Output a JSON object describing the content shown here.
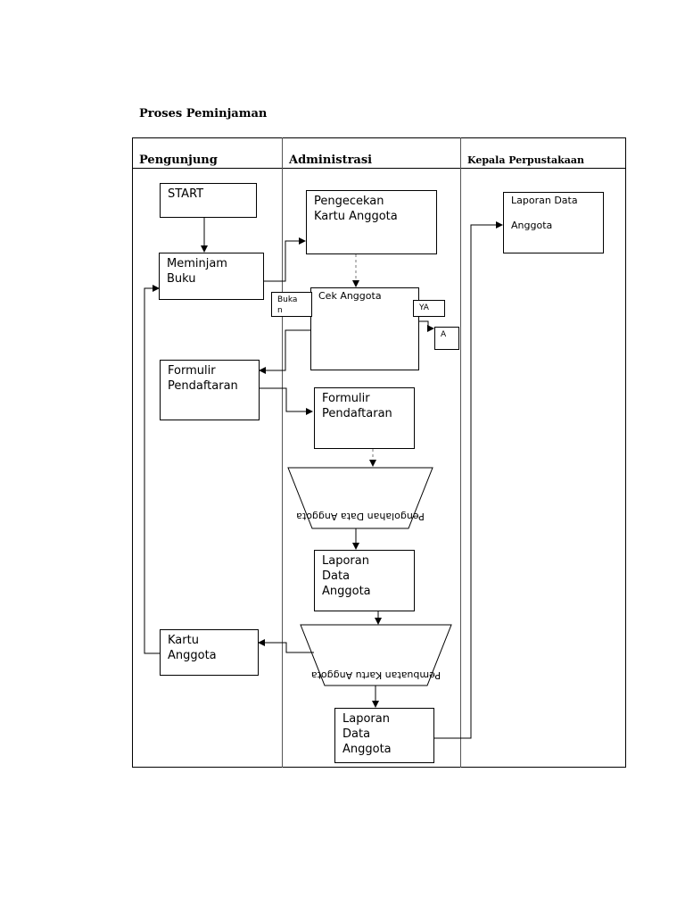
{
  "title": "Proses Peminjaman",
  "lanes": {
    "pengunjung": "Pengunjung",
    "administrasi": "Administrasi",
    "kepala": "Kepala Perpustakaan"
  },
  "nodes": {
    "start": "START",
    "meminjam": "Meminjam\nBuku",
    "formulir_left": "Formulir\nPendaftaran",
    "kartu_left": "Kartu\nAnggota",
    "pengecekan": "Pengecekan\nKartu Anggota",
    "cek_anggota": "Cek Anggota",
    "bukan": "Buka\nn",
    "ya": "YA",
    "connector_a": "A",
    "formulir_mid": "Formulir\nPendaftaran",
    "pengolahan": "Pengolahan Data Anggota",
    "laporan_mid1": "Laporan\nData\nAnggota",
    "pembuatan": "Pembuatan Kartu Anggota",
    "laporan_mid2": "Laporan\nData\nAnggota",
    "laporan_right": "Laporan Data\n\nAnggota"
  }
}
